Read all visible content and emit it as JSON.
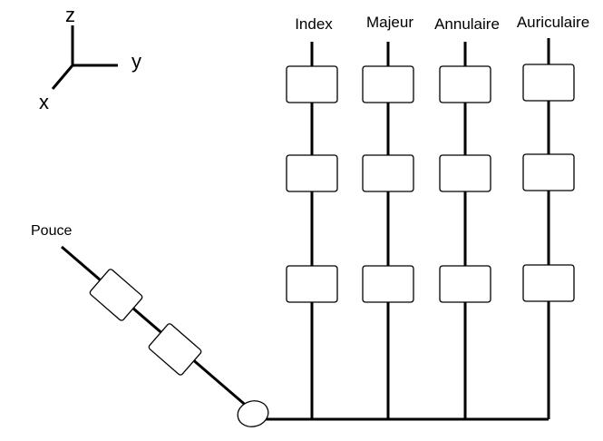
{
  "axes": {
    "z": "z",
    "y": "y",
    "x": "x"
  },
  "fingers": [
    {
      "label": "Index"
    },
    {
      "label": "Majeur"
    },
    {
      "label": "Annulaire"
    },
    {
      "label": "Auriculaire"
    }
  ],
  "thumb": {
    "label": "Pouce"
  }
}
